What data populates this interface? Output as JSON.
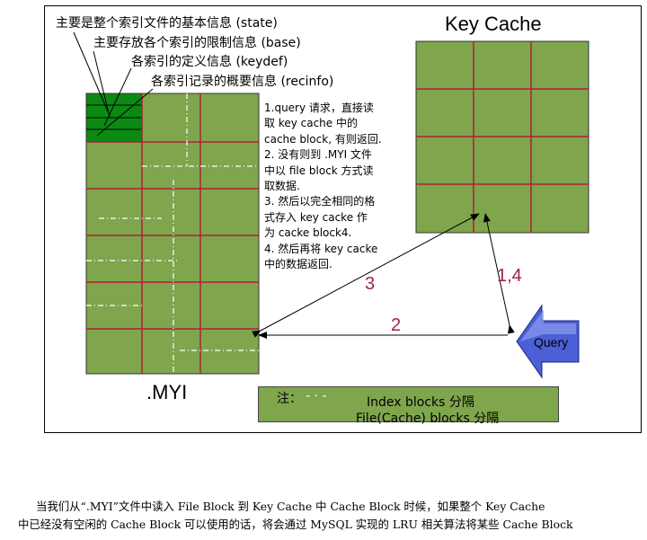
{
  "labels": {
    "state": "主要是整个索引文件的基本信息 (state)",
    "base": "主要存放各个索引的限制信息 (base)",
    "keydef": "各索引的定义信息 (keydef)",
    "recinfo": "各索引记录的概要信息 (recinfo)"
  },
  "titles": {
    "key_cache": "Key Cache",
    "myi": ".MYI"
  },
  "steps": [
    "1.query 请求，直接读",
    "取 key cache 中的",
    "cache block, 有则返回.",
    "2. 没有则到 .MYI 文件",
    "中以 file block 方式读",
    "取数据.",
    "3. 然后以完全相同的格",
    "式存入 key cacke 作",
    "为 cacke block4.",
    "4. 然后再将 key cacke",
    "中的数据返回."
  ],
  "arrows": {
    "label_3": "3",
    "label_2": "2",
    "label_14": "1,4",
    "query": "Query"
  },
  "legend": {
    "note": "注：",
    "index_dash": "- · -",
    "index_label": "Index blocks  分隔",
    "file_label": "File(Cache) blocks  分隔"
  },
  "colors": {
    "block_green": "#7fa54d",
    "header_green": "#0b8a12",
    "file_line": "#b01e3a",
    "index_line": "#ffffff",
    "query_arrow": "#4b5fd6"
  },
  "paragraph": [
    "当我们从“.MYI”文件中读入 File Block 到 Key Cache 中 Cache Block 时候，如果整个 Key Cache",
    "中已经没有空闲的 Cache Block 可以使用的话，将会通过 MySQL 实现的 LRU 相关算法将某些 Cache Block"
  ]
}
